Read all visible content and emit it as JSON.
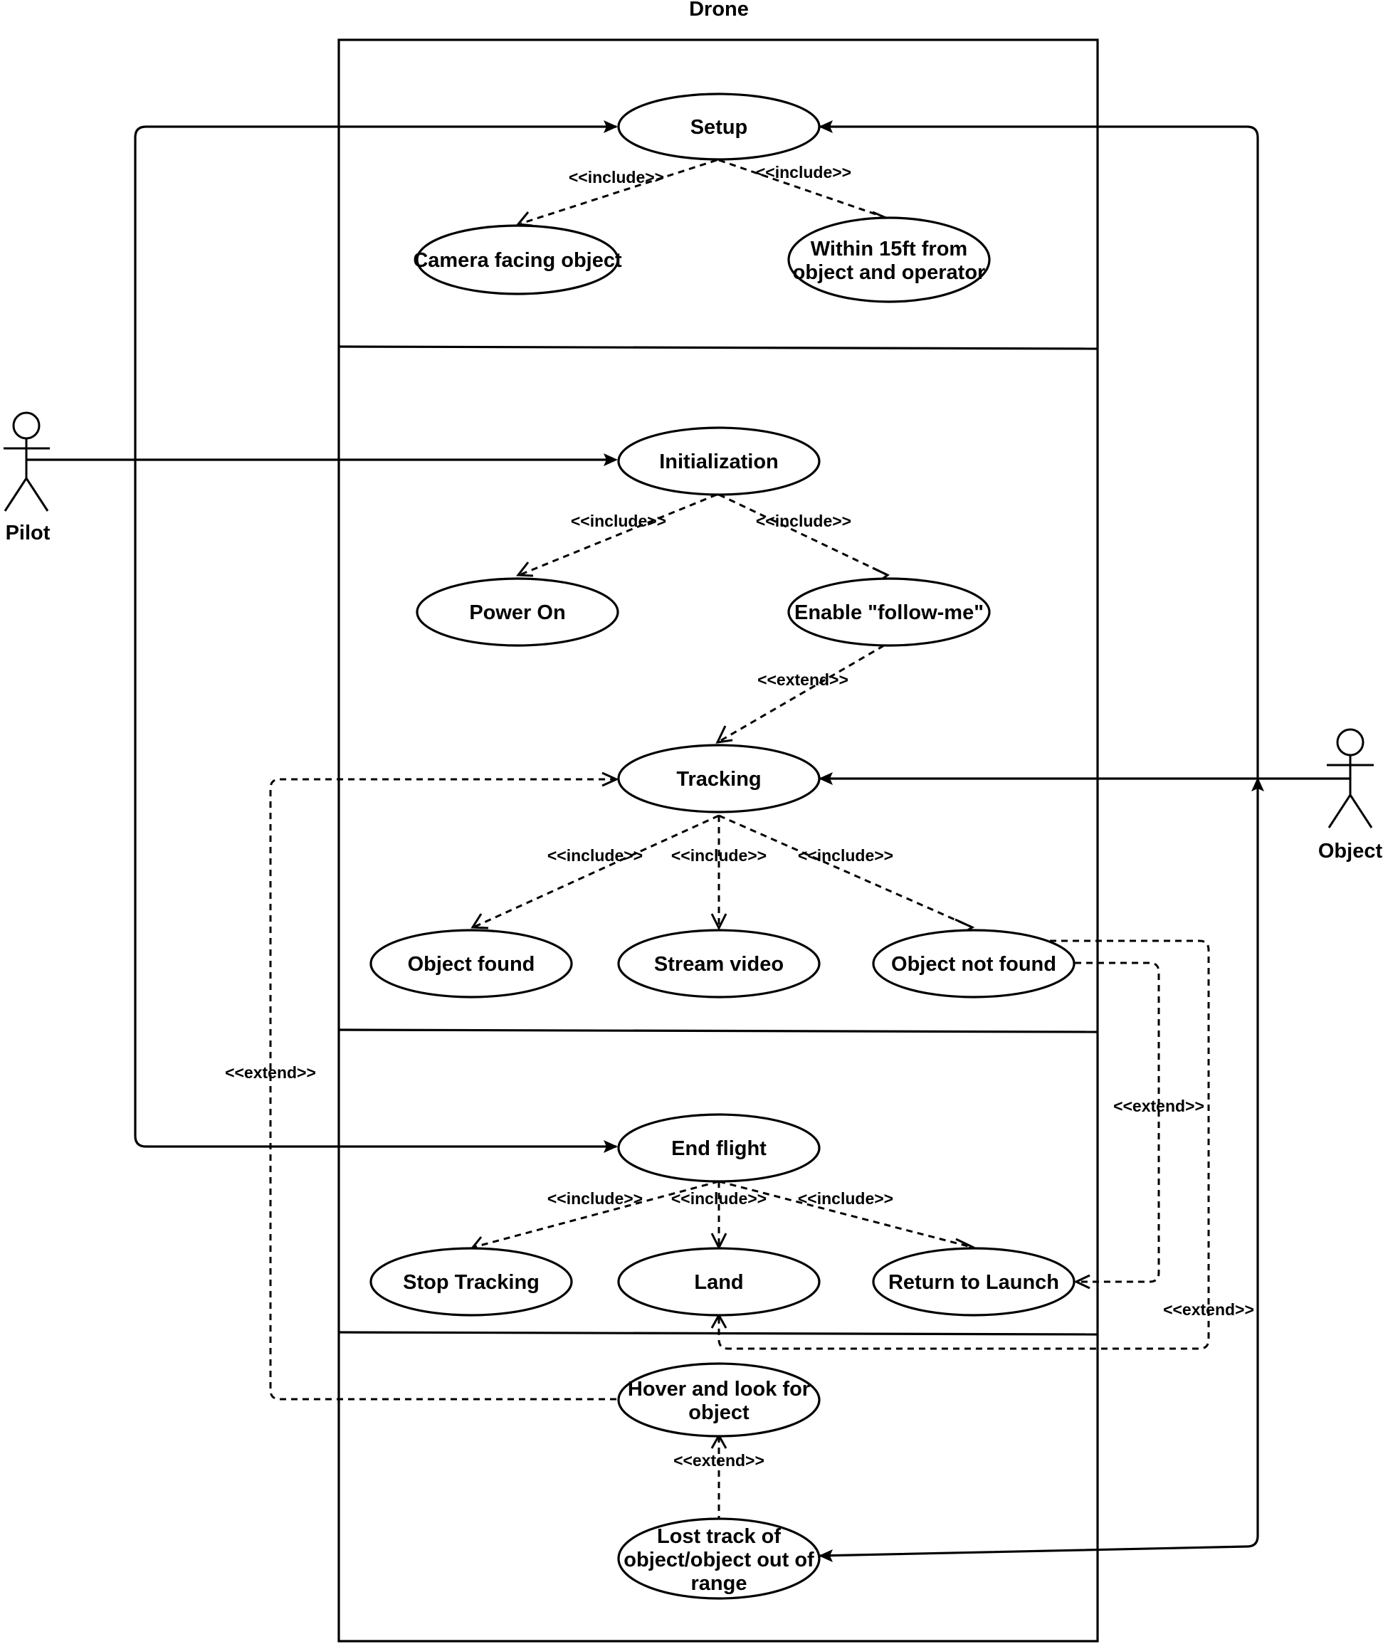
{
  "system": {
    "title": "Drone"
  },
  "actors": {
    "pilot": "Pilot",
    "object": "Object"
  },
  "use_cases": {
    "setup": "Setup",
    "camera_facing": "Camera facing object",
    "within_1": "Within 15ft from",
    "within_2": "object and operator",
    "initialization": "Initialization",
    "power_on": "Power On",
    "enable_follow": "Enable \"follow-me\"",
    "tracking": "Tracking",
    "object_found": "Object found",
    "stream_video": "Stream video",
    "object_not_found": "Object not found",
    "end_flight": "End flight",
    "stop_tracking": "Stop Tracking",
    "land": "Land",
    "return_to_launch": "Return to Launch",
    "hover_1": "Hover and look for",
    "hover_2": "object",
    "lost_1": "Lost track of",
    "lost_2": "object/object out of",
    "lost_3": "range"
  },
  "relations": {
    "include": "<<include>>",
    "extend": "<<extend>>"
  }
}
